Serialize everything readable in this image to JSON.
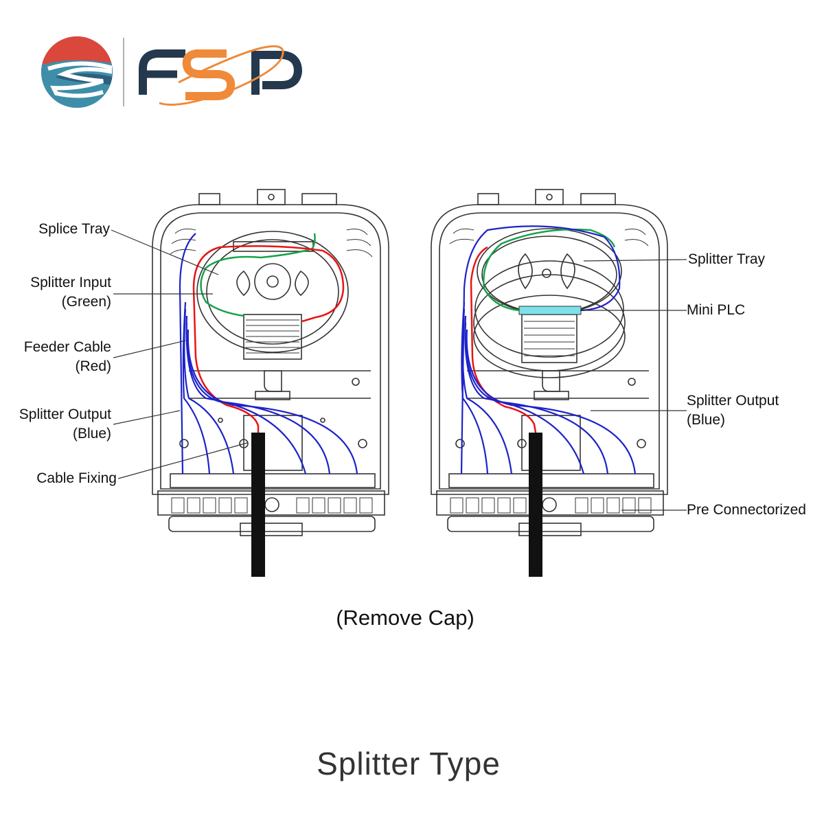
{
  "brand": {
    "name": "FSP",
    "color_red": "#d9483b",
    "color_blue": "#2d5f7f",
    "color_orange": "#ef8a3a",
    "color_navy": "#24394d"
  },
  "colors": {
    "feeder": "#e81414",
    "splitter_input": "#16a34a",
    "splitter_output": "#1d22c9",
    "mini_plc": "#7ee0ea",
    "line": "#333333"
  },
  "left_diagram": {
    "labels": {
      "splice_tray": "Splice Tray",
      "splitter_input_1": "Splitter Input",
      "splitter_input_2": "(Green)",
      "feeder_cable_1": "Feeder Cable",
      "feeder_cable_2": "(Red)",
      "splitter_output_1": "Splitter Output",
      "splitter_output_2": "(Blue)",
      "cable_fixing": "Cable Fixing"
    }
  },
  "right_diagram": {
    "labels": {
      "splitter_tray": "Splitter Tray",
      "mini_plc": "Mini PLC",
      "splitter_output_1": "Splitter Output",
      "splitter_output_2": "(Blue)",
      "pre_connectorized": "Pre Connectorized"
    }
  },
  "caption": "(Remove Cap)",
  "footer_title": "Splitter Type"
}
